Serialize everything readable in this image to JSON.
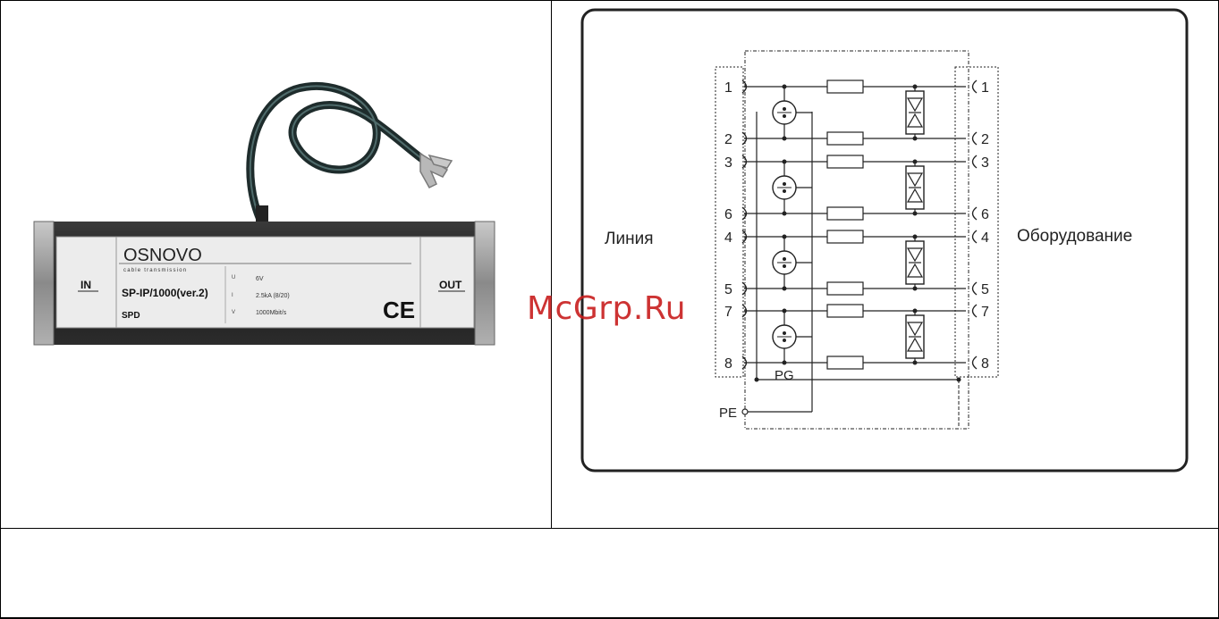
{
  "product": {
    "brand": "OSNOVO",
    "brand_tagline": "cable transmission",
    "model": "SP-IP/1000(ver.2)",
    "type": "SPD",
    "port_in": "IN",
    "port_out": "OUT",
    "spec_voltage": "6V",
    "spec_current": "2.5kA (8/20)",
    "spec_speed": "1000Mbit/s",
    "mark": "CE"
  },
  "diagram": {
    "left_label": "Линия",
    "right_label": "Оборудование",
    "ground_label": "PG",
    "earth_label": "PE",
    "pins_left": [
      "1",
      "2",
      "3",
      "6",
      "4",
      "5",
      "7",
      "8"
    ],
    "pins_right": [
      "1",
      "2",
      "3",
      "6",
      "4",
      "5",
      "7",
      "8"
    ]
  },
  "watermark": "McGrp.Ru",
  "colors": {
    "border": "#000000",
    "watermark": "#c81e1e",
    "body_dark": "#1f1f1f",
    "label_panel": "#ececec",
    "cable": "#2a3f3f"
  }
}
